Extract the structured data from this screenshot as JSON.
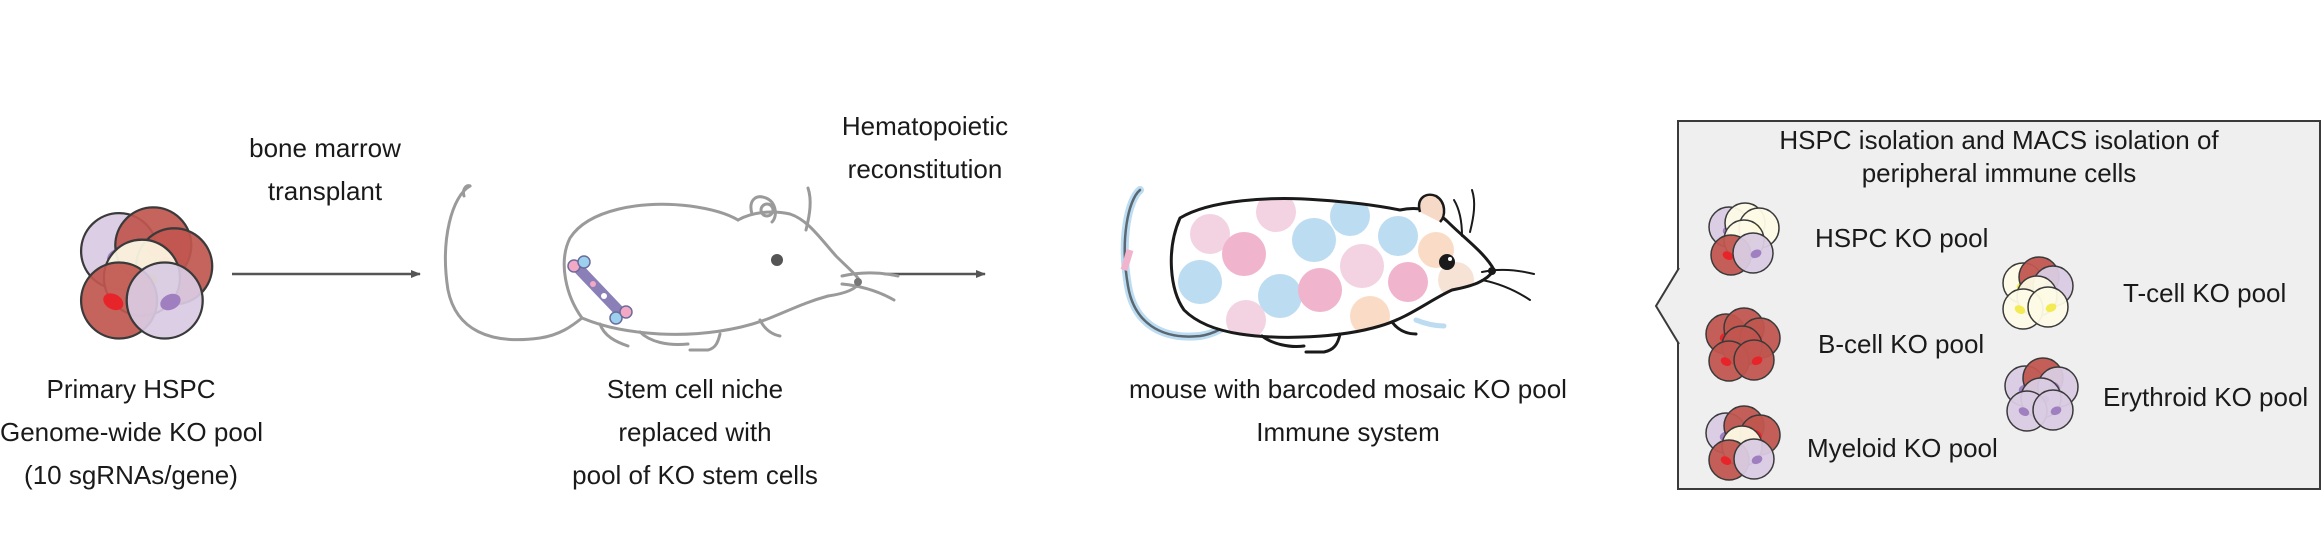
{
  "steps": {
    "hspc": {
      "lines": [
        "Primary HSPC",
        "Genome-wide KO pool",
        "(10 sgRNAs/gene)"
      ]
    },
    "transplant": {
      "lines": [
        "bone marrow",
        "transplant"
      ]
    },
    "niche": {
      "lines": [
        "Stem cell niche",
        "replaced with",
        "pool of KO stem cells"
      ]
    },
    "reconstitution": {
      "lines": [
        "Hematopoietic",
        "reconstitution"
      ]
    },
    "mosaic": {
      "lines": [
        "mouse with barcoded mosaic KO pool",
        "Immune system"
      ]
    }
  },
  "panel": {
    "title_lines": [
      "HSPC isolation and MACS isolation of",
      "peripheral immune cells"
    ],
    "pools": {
      "hspc": "HSPC KO pool",
      "tcell": "T-cell KO pool",
      "bcell": "B-cell KO pool",
      "erythroid": "Erythroid KO pool",
      "myeloid": "Myeloid KO pool"
    }
  },
  "colors": {
    "red_cell": "#c0564f",
    "red_nucleus": "#e8242b",
    "purple_cell": "#d9cbe3",
    "purple_nucleus": "#a07fc1",
    "yellow_cell": "#fdfbe6",
    "yellow_nucleus": "#f3ea54",
    "pink_spot": "#f0b4cd",
    "blue_spot": "#bcdcf2",
    "outline": "#3a3a3a"
  }
}
